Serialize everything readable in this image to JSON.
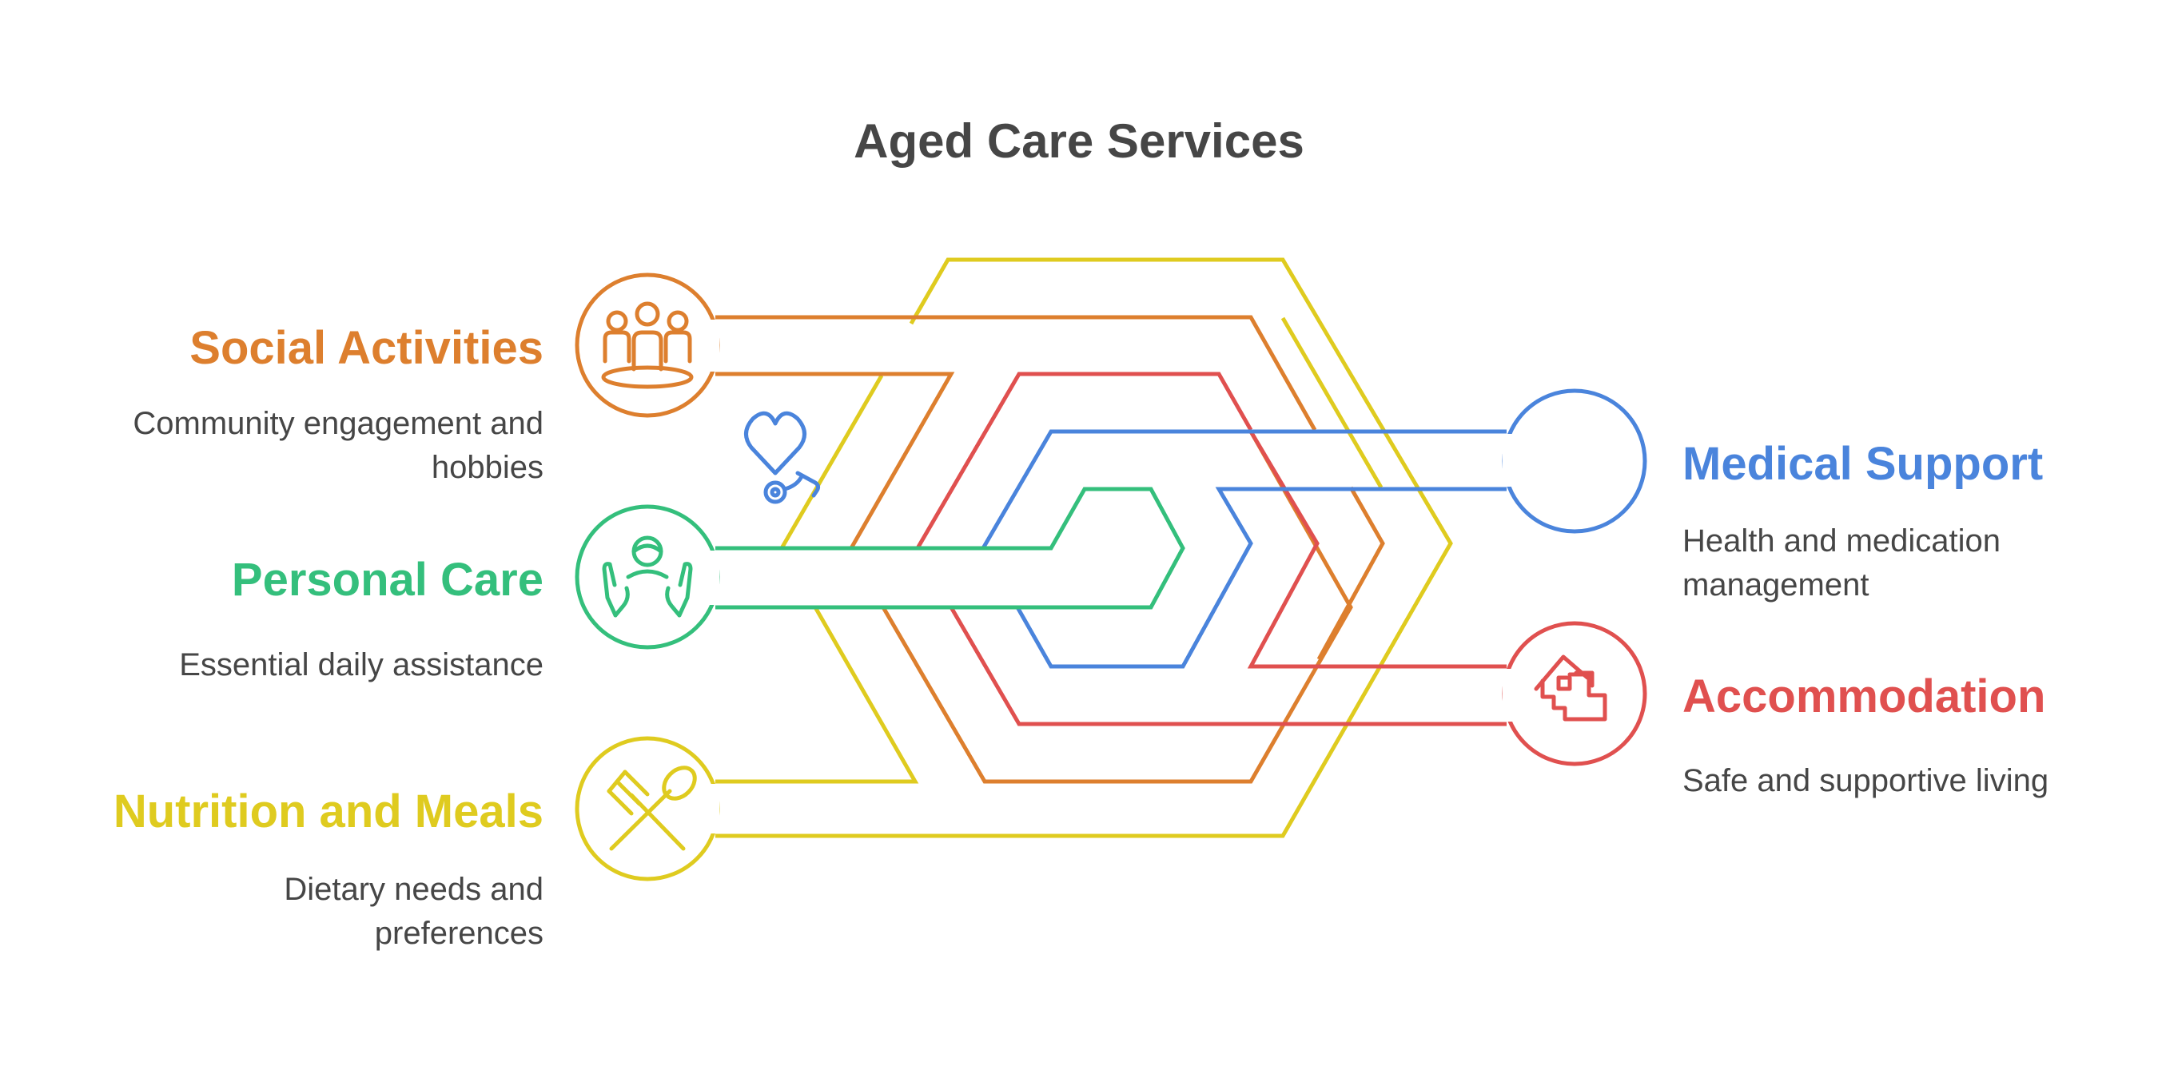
{
  "title": "Aged Care Services",
  "colors": {
    "social": "#dd7f2e",
    "personal": "#34bf7c",
    "nutrition": "#dfcb1f",
    "medical": "#4a84dc",
    "accommodation": "#e0504f",
    "text": "#464646"
  },
  "items": {
    "social": {
      "label": "Social Activities",
      "desc": "Community engagement and hobbies",
      "icon": "community-group-icon"
    },
    "personal": {
      "label": "Personal Care",
      "desc": "Essential daily assistance",
      "icon": "caregiver-hands-icon"
    },
    "nutrition": {
      "label": "Nutrition and Meals",
      "desc": "Dietary needs and preferences",
      "icon": "fork-spoon-icon"
    },
    "medical": {
      "label": "Medical Support",
      "desc": "Health and medication management",
      "icon": "heart-stethoscope-icon"
    },
    "accommodation": {
      "label": "Accommodation",
      "desc": "Safe and supportive living",
      "icon": "house-stairs-icon"
    }
  }
}
